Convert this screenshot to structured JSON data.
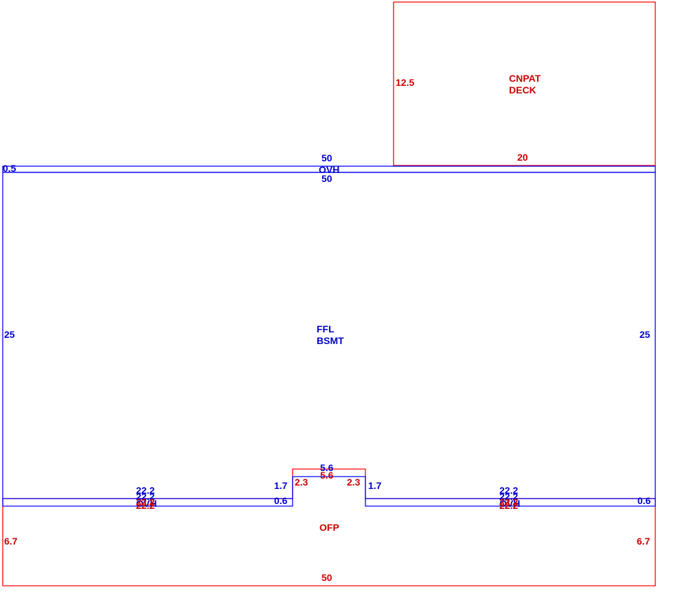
{
  "colors": {
    "building": "#0000FF",
    "exterior": "#FF0000"
  },
  "areas": {
    "main": {
      "line1": "FFL",
      "line2": "BSMT"
    },
    "deck": {
      "line1": "CNPAT",
      "line2": "DECK"
    },
    "porch": {
      "label": "OFP"
    },
    "top_overhang": {
      "label": "OVH"
    },
    "bottom_left_overhang": {
      "label": "OVH"
    },
    "bottom_right_overhang": {
      "label": "OVH"
    }
  },
  "dimensions": {
    "deck_side": "12.5",
    "deck_bottom": "20",
    "top_ovh_outer": "50",
    "top_ovh_inner": "50",
    "top_ovh_depth": "0.5",
    "main_left": "25",
    "main_right": "25",
    "bump_top_outer": "5.6",
    "bump_top_inner": "5.6",
    "bump_left_blue": "1.7",
    "bump_right_blue": "1.7",
    "bump_left_red": "2.3",
    "bump_right_red": "2.3",
    "left_wall_a": "22.2",
    "left_wall_b": "22.2",
    "left_porch_a": "22.2",
    "left_porch_b": "22.2",
    "right_wall_a": "22.2",
    "right_wall_b": "22.2",
    "right_porch_a": "22.2",
    "right_porch_b": "22.2",
    "left_ovh_depth": "0.6",
    "right_ovh_depth": "0.6",
    "porch_left": "6.7",
    "porch_right": "6.7",
    "porch_bottom": "50"
  }
}
